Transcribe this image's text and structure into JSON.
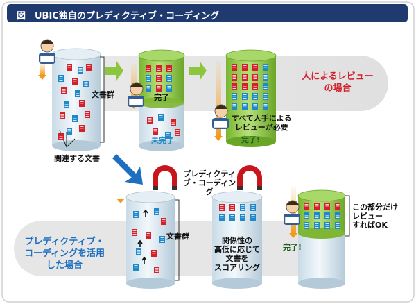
{
  "title": "図　UBIC独自のプレディクティブ・コーディング",
  "colors": {
    "title_bar": "#1f3a6e",
    "doc_red": "#d4202a",
    "doc_blue": "#1e88c8",
    "green_fill": "#8cc63f",
    "arrow_green": "#8cc63f",
    "arrow_blue": "#1e6fc0",
    "magnet_red": "#c8161d"
  },
  "top_row": {
    "doc_group_label": "文書群",
    "related_docs_label": "関連する文書",
    "done_label": "完了",
    "not_done_label": "未完了",
    "manual_review_note": "すべて人手による\nレビューが必要",
    "done_exclaim": "完了!",
    "band_label": "人によるレビューの場合"
  },
  "bottom_row": {
    "magnet_label": "プレディクティブ・コーディング",
    "doc_group_label": "文書群",
    "scoring_label": "関係性の\n高低に応じて\n文書を\nスコアリング",
    "done_exclaim": "完了!",
    "partial_review_note": "この部分だけ\nレビュー\nすればOK",
    "band_label": "プレディクティブ・コーディングを活用した場合"
  }
}
